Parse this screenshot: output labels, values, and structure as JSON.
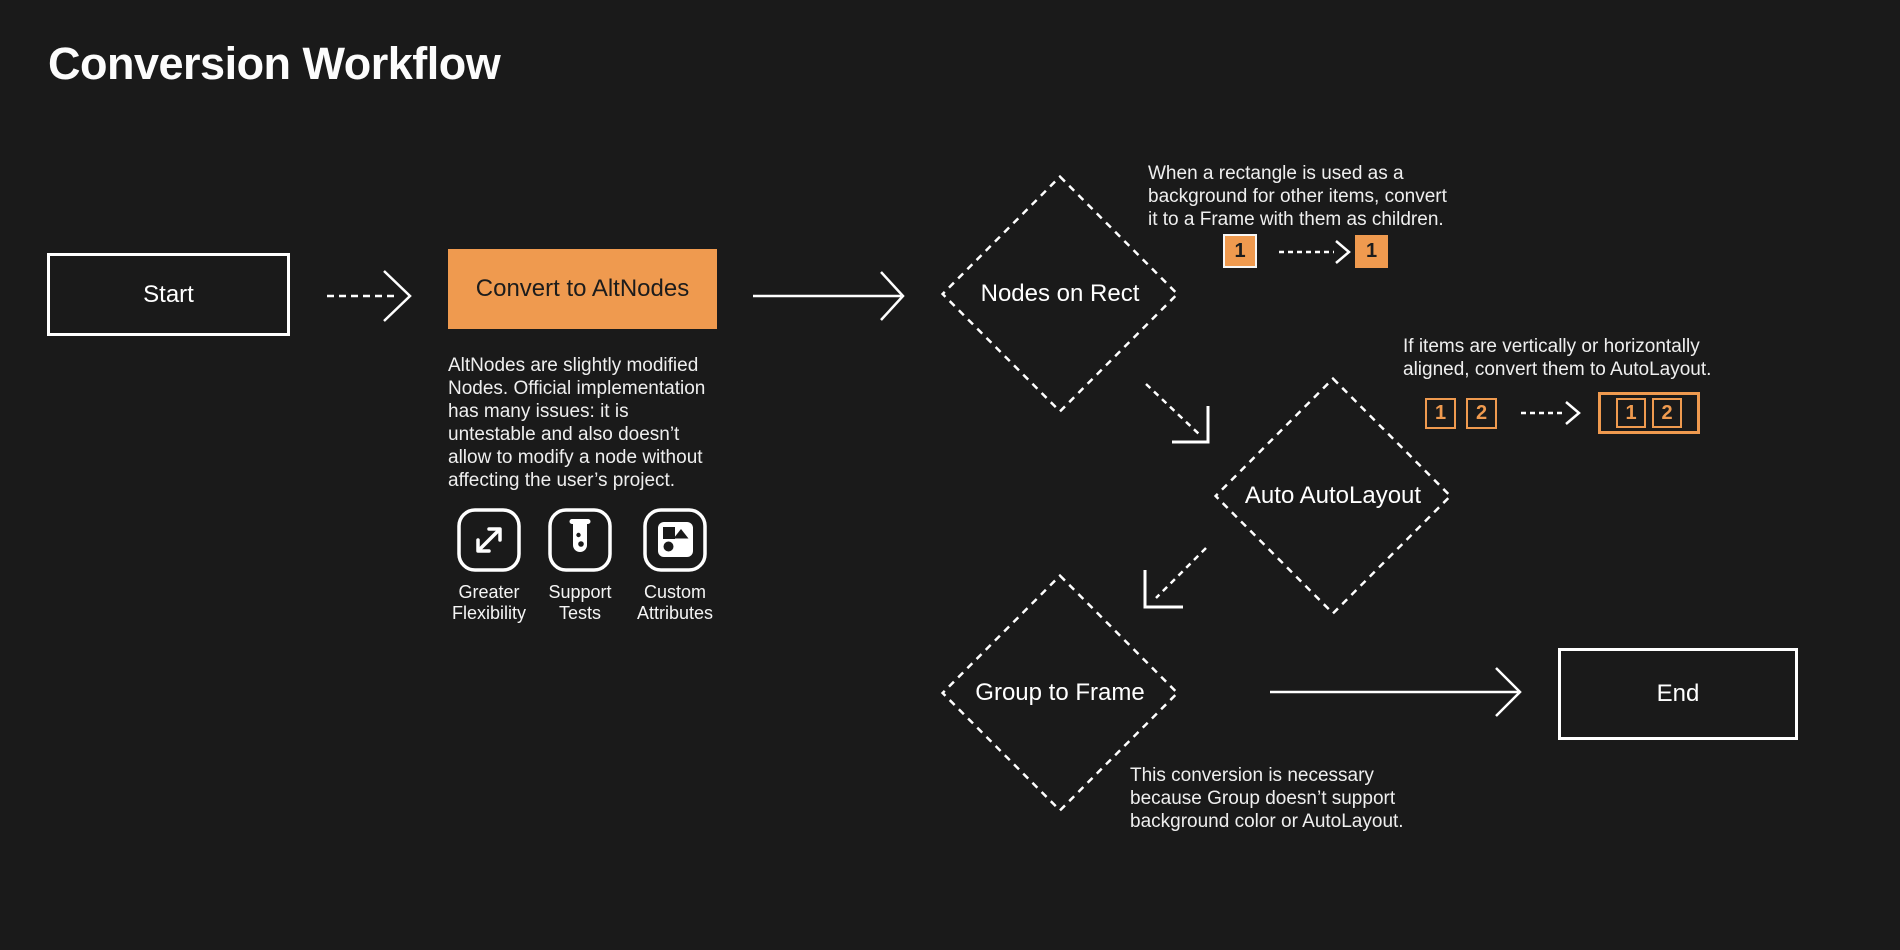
{
  "title": "Conversion Workflow",
  "colors": {
    "background": "#1A1A1A",
    "accent_orange": "#EF9A4F",
    "line_white": "#FFFFFF",
    "dark_text": "#1C1C1C"
  },
  "nodes": {
    "start": {
      "label": "Start"
    },
    "convert": {
      "label": "Convert to AltNodes",
      "description": "AltNodes are slightly modified\nNodes. Official implementation\nhas many issues: it is\nuntestable and also doesn’t\nallow to modify a node without\naffecting the user’s project."
    },
    "nodes_on_rect": {
      "label": "Nodes on Rect",
      "annotation": "When a rectangle is used as a\nbackground for other items, convert\nit to a Frame with them as children.",
      "badge_before": "1",
      "badge_after": "1"
    },
    "auto_autolayout": {
      "label": "Auto AutoLayout",
      "annotation": "If items are vertically or horizontally\naligned, convert them to AutoLayout.",
      "badges_before": [
        "1",
        "2"
      ],
      "badges_after": [
        "1",
        "2"
      ]
    },
    "group_to_frame": {
      "label": "Group to Frame",
      "annotation": "This conversion is necessary\nbecause Group doesn’t support\nbackground color or AutoLayout."
    },
    "end": {
      "label": "End"
    }
  },
  "features": [
    {
      "icon": "expand-arrows-icon",
      "label": "Greater\nFlexibility"
    },
    {
      "icon": "test-tube-icon",
      "label": "Support\nTests"
    },
    {
      "icon": "shapes-icon",
      "label": "Custom\nAttributes"
    }
  ]
}
